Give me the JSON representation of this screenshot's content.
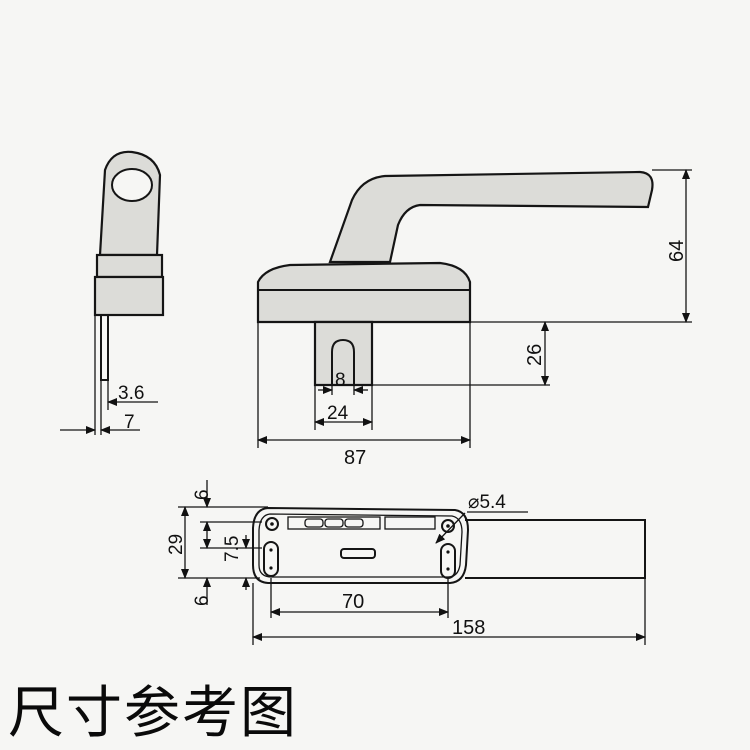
{
  "title": "尺寸参考图",
  "dimensions": {
    "side_pin": "3.6",
    "side_width": "7",
    "height_total": "64",
    "slot_depth": "26",
    "slot_width": "8",
    "spindle_width": "24",
    "base_length": "87",
    "top_offset": "6",
    "plate_height": "29",
    "hole_spacing_v": "7.5",
    "bottom_offset": "6",
    "hole_diameter": "⌀5.4",
    "hole_spacing_h": "70",
    "total_length": "158"
  }
}
